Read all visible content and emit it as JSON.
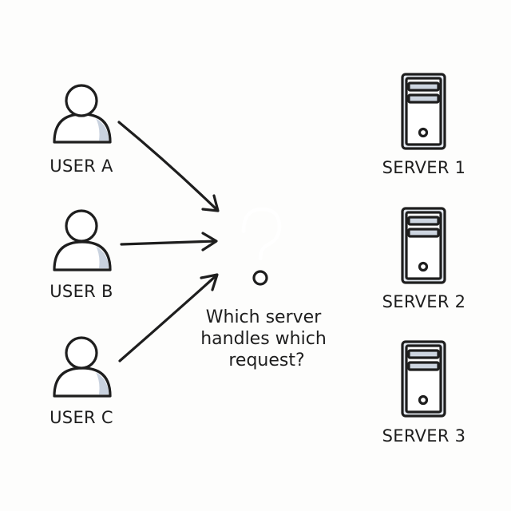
{
  "users": [
    {
      "id": "a",
      "label": "USER A"
    },
    {
      "id": "b",
      "label": "USER B"
    },
    {
      "id": "c",
      "label": "USER C"
    }
  ],
  "servers": [
    {
      "id": "1",
      "label": "SERVER 1"
    },
    {
      "id": "2",
      "label": "SERVER 2"
    },
    {
      "id": "3",
      "label": "SERVER 3"
    }
  ],
  "question": {
    "symbol": "?",
    "lines": [
      "Which server",
      "handles which",
      "request?"
    ]
  },
  "icons": {
    "user": "user-icon",
    "server": "server-tower-icon",
    "arrow": "arrow-right-icon",
    "question": "question-mark-icon"
  },
  "colors": {
    "ink": "#1e1e1e",
    "shade": "#c9d2df",
    "server_case": "#e4e9f0",
    "background": "#fdfdfc"
  }
}
